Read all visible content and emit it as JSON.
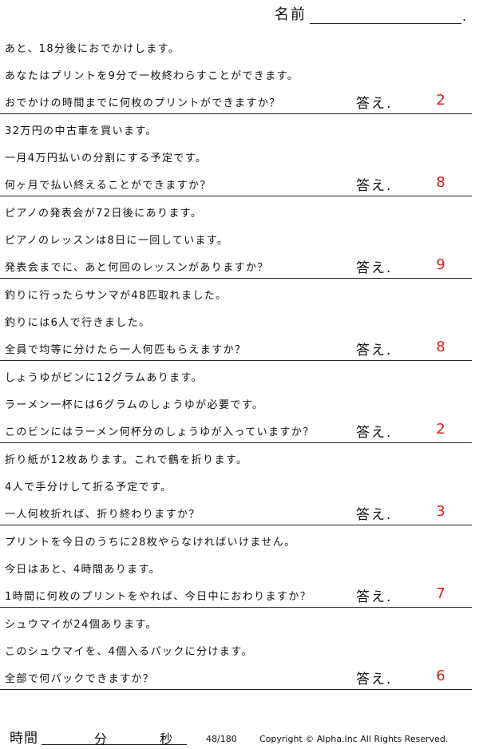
{
  "header": {
    "name_label": "名前",
    "name_dot": "."
  },
  "problems": [
    {
      "line1": "あと、18分後におでかけします。",
      "line2": "あなたはプリントを9分で一枚終わらすことができます。",
      "line3": "おでかけの時間までに何枚のプリントができますか？",
      "answer_label": "答え.",
      "answer": "2"
    },
    {
      "line1": "32万円の中古車を買います。",
      "line2": "一月4万円払いの分割にする予定です。",
      "line3": "何ヶ月で払い終えることができますか？",
      "answer_label": "答え.",
      "answer": "8"
    },
    {
      "line1": "ピアノの発表会が72日後にあります。",
      "line2": "ピアノのレッスンは8日に一回しています。",
      "line3": "発表会までに、あと何回のレッスンがありますか？",
      "answer_label": "答え.",
      "answer": "9"
    },
    {
      "line1": "釣りに行ったらサンマが48匹取れました。",
      "line2": "釣りには6人で行きました。",
      "line3": "全員で均等に分けたら一人何匹もらえますか？",
      "answer_label": "答え.",
      "answer": "8"
    },
    {
      "line1": "しょうゆがビンに12グラムあります。",
      "line2": "ラーメン一杯には6グラムのしょうゆが必要です。",
      "line3": "このビンにはラーメン何杯分のしょうゆが入っていますか？",
      "answer_label": "答え.",
      "answer": "2"
    },
    {
      "line1": "折り紙が12枚あります。これで鶴を折ります。",
      "line2": "4人で手分けして折る予定です。",
      "line3": "一人何枚折れば、折り終わりますか？",
      "answer_label": "答え.",
      "answer": "3"
    },
    {
      "line1": "プリントを今日のうちに28枚やらなければいけません。",
      "line2": "今日はあと、4時間あります。",
      "line3": "1時間に何枚のプリントをやれば、今日中におわりますか？",
      "answer_label": "答え.",
      "answer": "7"
    },
    {
      "line1": "シュウマイが24個あります。",
      "line2": "このシュウマイを、4個入るパックに分けます。",
      "line3": "全部で何パックできますか？",
      "answer_label": "答え.",
      "answer": "6"
    }
  ],
  "footer": {
    "time_label": "時間",
    "minute_label": "分",
    "second_label": "秒",
    "page": "48/180",
    "copyright": "Copyright ©  Alpha.Inc All Rights Reserved."
  },
  "colors": {
    "answer": "#d62020",
    "text": "#111111",
    "rule": "#222222"
  }
}
